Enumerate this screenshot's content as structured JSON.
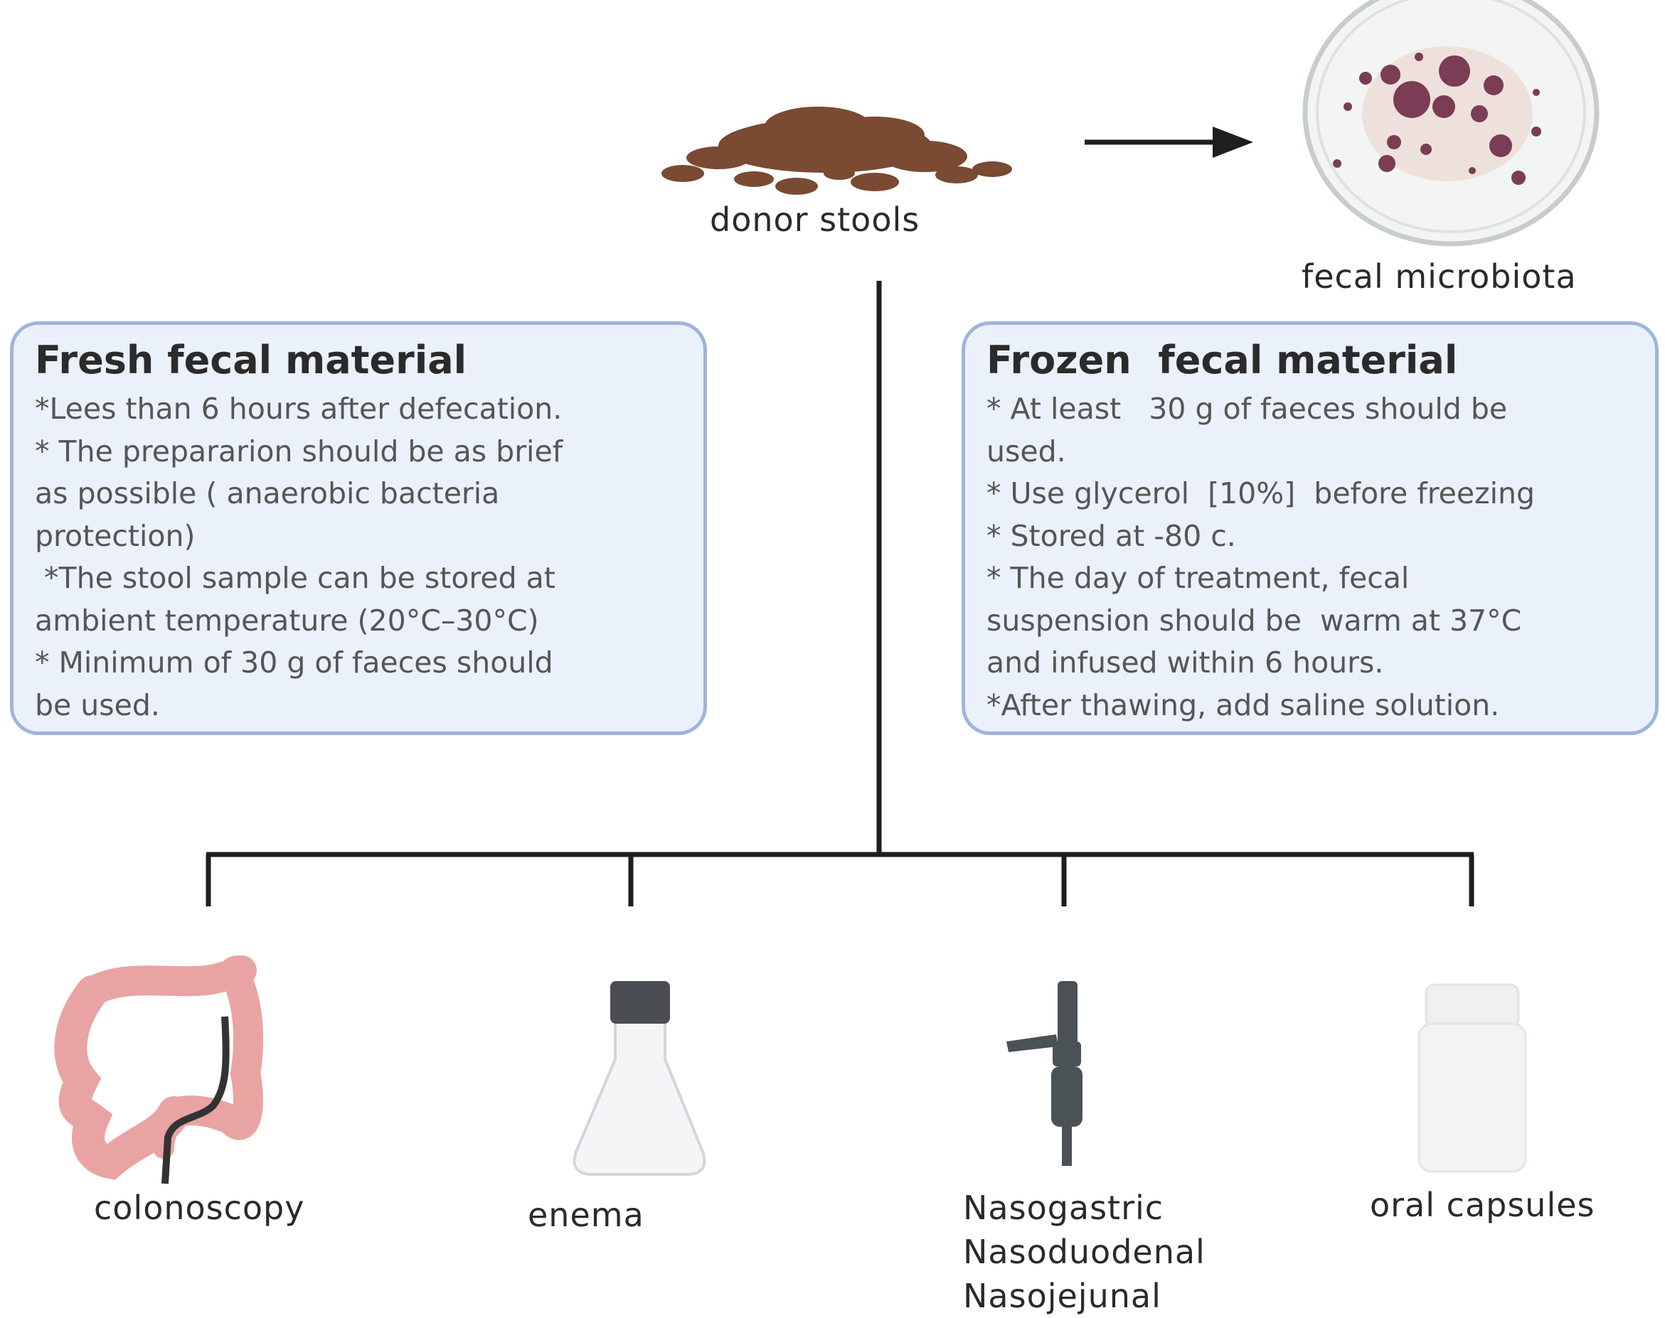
{
  "source": {
    "label": "donor stools"
  },
  "microbiota": {
    "label": "fecal microbiota"
  },
  "fresh": {
    "title": "Fresh fecal material",
    "lines": [
      "*Lees than  6 hours after defecation.",
      "* The prepararion should be as brief",
      "as possible ( anaerobic bacteria",
      "protection)",
      " *The stool sample can be stored at",
      "ambient temperature (20°C–30°C)",
      "* Minimum  of 30 g of faeces should",
      "be used."
    ]
  },
  "frozen": {
    "title": "Frozen  fecal material",
    "lines": [
      "* At least   30 g of faeces should be",
      "used.",
      "* Use glycerol  [10%]  before freezing",
      "* Stored at -80 c.",
      "* The day of treatment, fecal",
      "suspension should be  warm at 37°C",
      "and infused within 6 hours.",
      "*After thawing, add saline solution."
    ]
  },
  "routes": [
    {
      "label": "colonoscopy",
      "icon": "colon-icon"
    },
    {
      "label": "enema",
      "icon": "flask-icon"
    },
    {
      "label": "Nasogastric\nNasoduodenal\nNasojejunal",
      "lines": [
        "Nasogastric",
        "Nasoduodenal",
        "Nasojejunal"
      ],
      "icon": "endoscope-icon"
    },
    {
      "label": "oral capsules",
      "icon": "capsule-bottle-icon"
    }
  ],
  "colors": {
    "stool": "#7a4a32",
    "box_fill": "#eaf1fa",
    "box_border": "#9fb3dd",
    "colon": "#eaa3a3",
    "line": "#1e1e1e"
  }
}
